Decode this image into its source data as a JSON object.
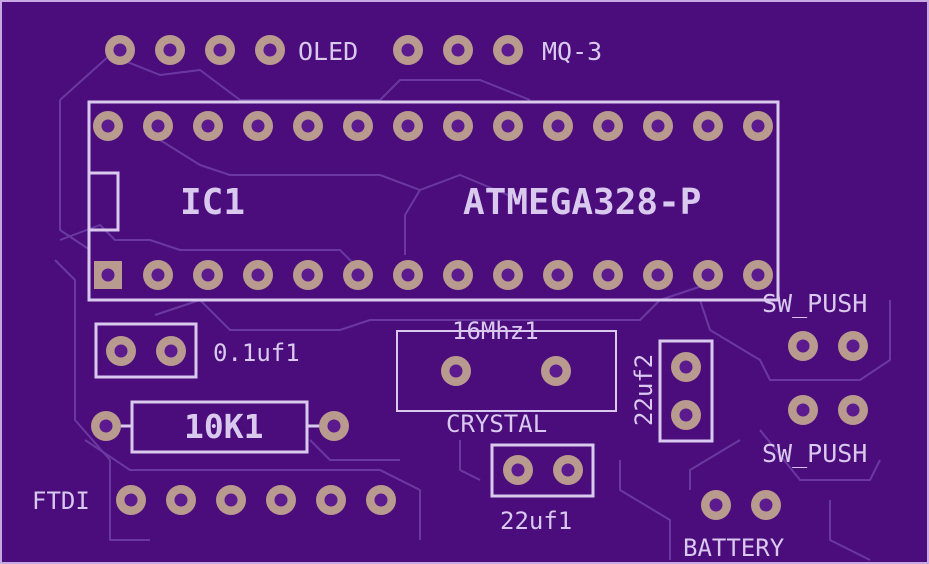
{
  "colors": {
    "board": "#4b0d7c",
    "edge": "#c7a8e2",
    "trace": "#6a38a0",
    "silkscreen": "#d9c9ee",
    "pad": "#b89a8e",
    "hole": "#5b1a8e"
  },
  "labels": {
    "oled": "OLED",
    "mq3": "MQ-3",
    "ic_ref": "IC1",
    "ic_value": "ATMEGA328-P",
    "sw_push_top": "SW_PUSH",
    "sw_push_bottom": "SW_PUSH",
    "cap_01uf": "0.1uf1",
    "crystal_freq": "16Mhz1",
    "crystal": "CRYSTAL",
    "cap_22uf2": "22uf2",
    "resistor": "10K1",
    "ftdi": "FTDI",
    "cap_22uf1": "22uf1",
    "battery": "BATTERY"
  }
}
